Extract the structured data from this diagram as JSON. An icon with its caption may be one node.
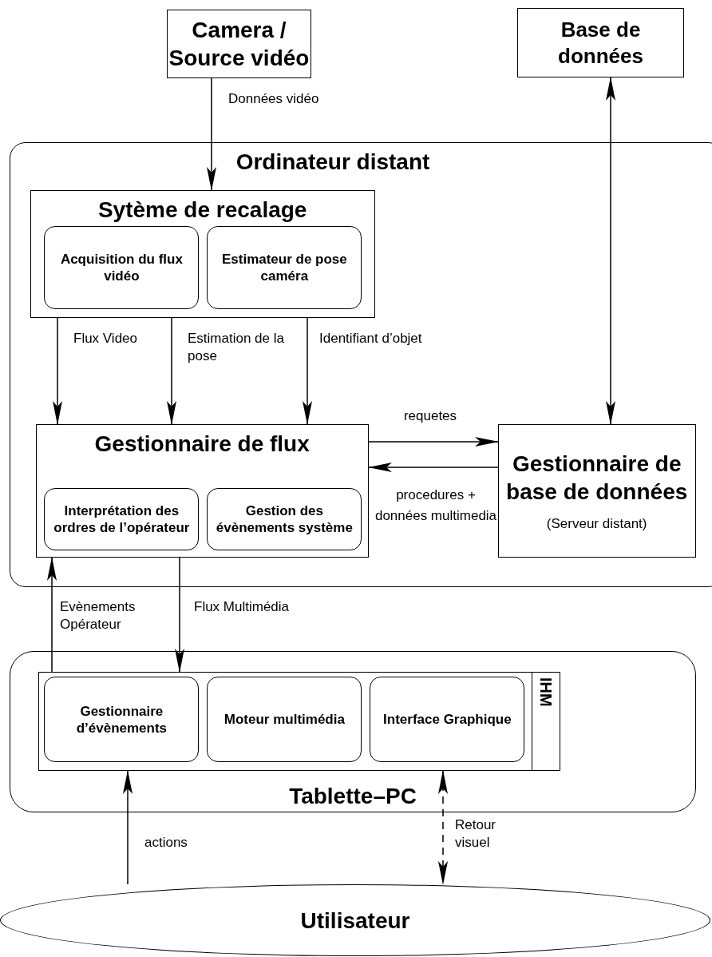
{
  "diagram": {
    "nodes": [
      {
        "text": [
          "Camera / Source vidéo"
        ]
      },
      {
        "text": [
          "Base de données"
        ]
      },
      {
        "text": [
          "Ordinateur distant"
        ]
      },
      {
        "text": [
          "Sytème de recalage"
        ],
        "in": 2
      },
      {
        "text": [
          "Acquisition du flux vidéo"
        ],
        "in": 3
      },
      {
        "text": [
          "Estimateur de pose caméra"
        ],
        "in": 3
      },
      {
        "text": [
          "Gestionnaire de flux"
        ],
        "in": 2
      },
      {
        "text": [
          "Interprétation des ordres de l’opérateur"
        ],
        "in": 6
      },
      {
        "text": [
          "Gestion des évènements système"
        ],
        "in": 6
      },
      {
        "text": [
          "Gestionnaire de base de données",
          "(Serveur distant)"
        ],
        "in": 2
      },
      {
        "text": [
          "Tablette–PC"
        ]
      },
      {
        "text": [
          "IHM"
        ],
        "in": 10
      },
      {
        "text": [
          "Gestionnaire d’évènements"
        ],
        "in": 11
      },
      {
        "text": [
          "Moteur multimédia"
        ],
        "in": 11
      },
      {
        "text": [
          "Interface Graphique"
        ],
        "in": 11
      },
      {
        "text": [
          "Utilisateur"
        ]
      }
    ],
    "edges": [
      {
        "from": 0,
        "to": 3,
        "arrow": "to",
        "label": "Données vidéo"
      },
      {
        "from": 1,
        "to": 9,
        "arrow": "both"
      },
      {
        "from": 3,
        "to": 6,
        "arrow": "to",
        "label": "Flux Video"
      },
      {
        "from": 3,
        "to": 6,
        "arrow": "to",
        "label": "Estimation de la pose"
      },
      {
        "from": 3,
        "to": 6,
        "arrow": "to",
        "label": "Identifiant d’objet"
      },
      {
        "from": 6,
        "to": 9,
        "arrow": "to",
        "label": "requetes"
      },
      {
        "from": 9,
        "to": 6,
        "arrow": "to",
        "label": "procedures + données multimedia"
      },
      {
        "from": 11,
        "to": 6,
        "arrow": "to",
        "label": "Evènements Opérateur"
      },
      {
        "from": 6,
        "to": 11,
        "arrow": "to",
        "label": "Flux Multimédia"
      },
      {
        "from": 15,
        "to": 11,
        "arrow": "to",
        "label": "actions"
      },
      {
        "from": 11,
        "to": 15,
        "arrow": "both",
        "style": "dashed",
        "label": "Retour visuel"
      }
    ]
  }
}
